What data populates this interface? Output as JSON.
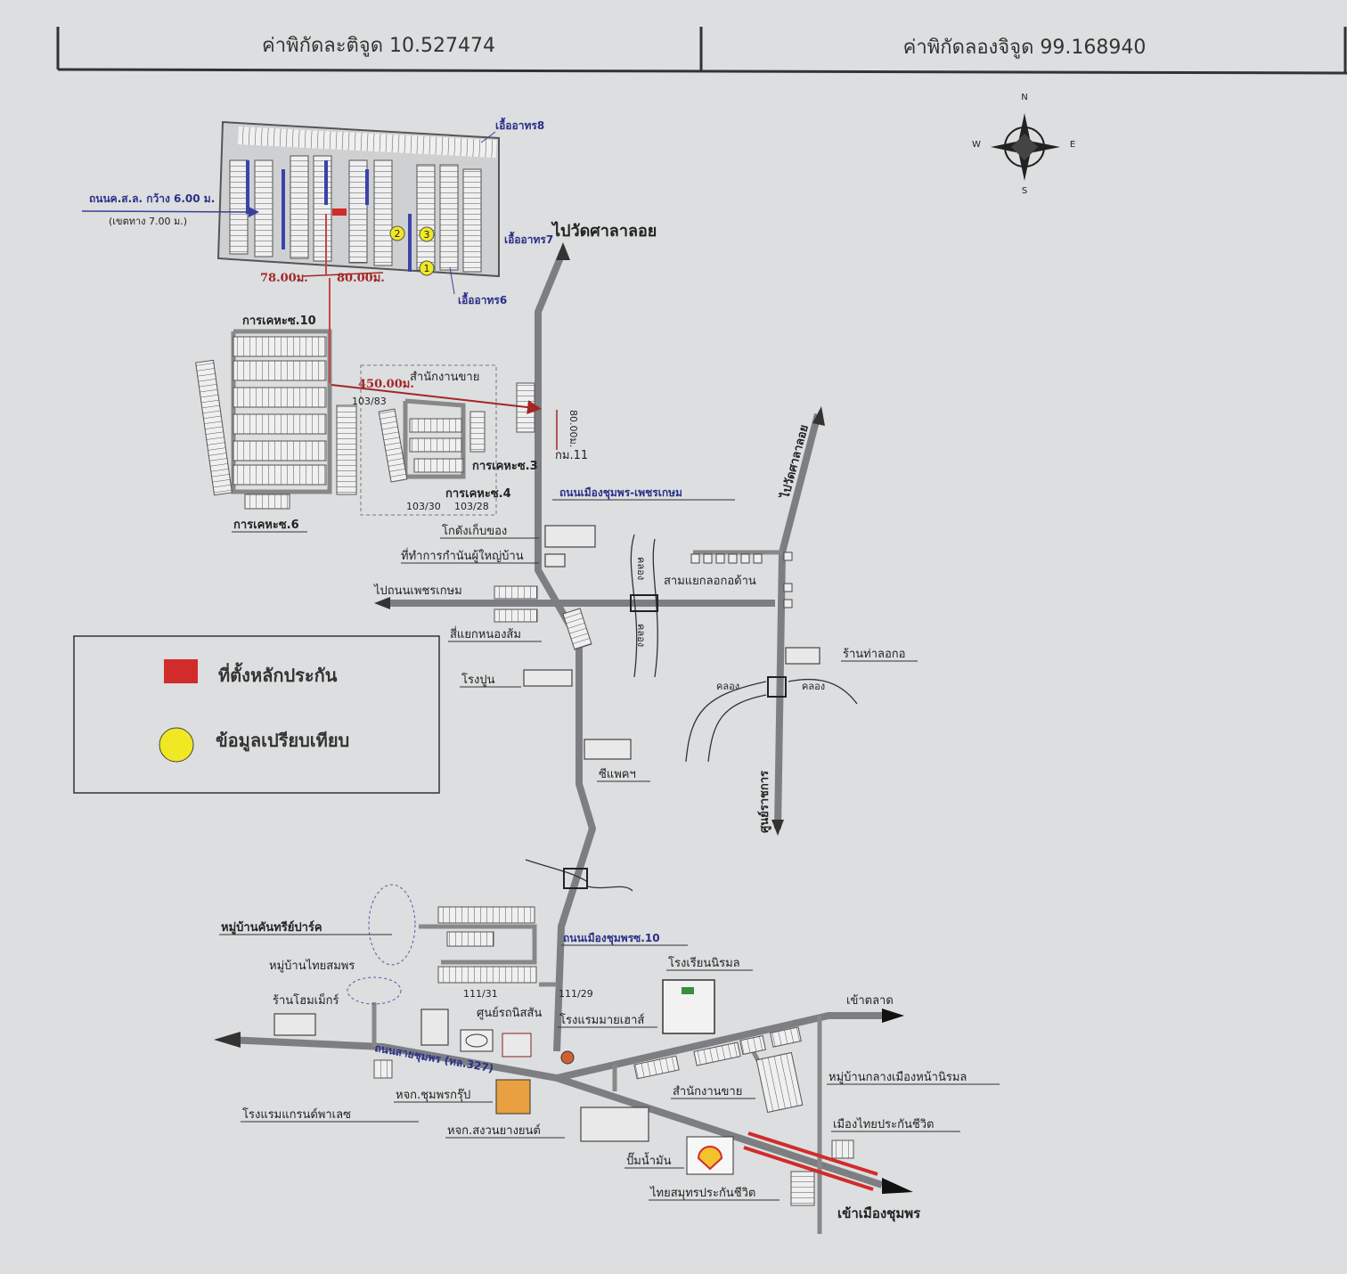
{
  "header": {
    "latitude_label": "ค่าพิกัดละติจูด 10.527474",
    "longitude_label": "ค่าพิกัดลองจิจูด 99.168940"
  },
  "compass": {
    "n": "N",
    "s": "S",
    "e": "E",
    "w": "W"
  },
  "legend": {
    "collateral_label": "ที่ตั้งหลักประกัน",
    "collateral_color": "#d22b2b",
    "comparison_label": "ข้อมูลเปรียบเทียบ",
    "comparison_color": "#f0e823"
  },
  "markers": {
    "m1": "1",
    "m2": "2",
    "m3": "3"
  },
  "labels": {
    "road_width": "ถนนค.ส.ล. กว้าง 6.00 ม.",
    "road_reserve": "(เขตทาง 7.00 ม.)",
    "adj8": "เอื้ออาทร8",
    "adj7": "เอื้ออาทร7",
    "adj6": "เอื้ออาทร6",
    "dist78": "78.00ม.",
    "dist80": "80.00ม.",
    "dist450": "450.00ม.",
    "dist80v": "80.00ม.",
    "to_wat": "ไปวัดศาลาลอย",
    "to_wat2": "ไปวัดศาลาลอย",
    "soi10": "การเคหะซ.10",
    "soi6": "การเคหะซ.6",
    "soi3": "การเคหะซ.3",
    "soi4": "การเคหะซ.4",
    "sales_office_top": "สำนักงานขาย",
    "h10383": "103/83",
    "h10330": "103/30",
    "h10328": "103/28",
    "km11": "กม.11",
    "main_road": "ถนนเมืองชุมพร-เพชรเกษม",
    "warehouse": "โกดังเก็บของ",
    "village_head": "ที่ทำการกำนันผู้ใหญ่บ้าน",
    "to_phetkasem": "ไปถนนเพชรเกษม",
    "canal1": "คลอง",
    "canal2": "คลอง",
    "sam_yaek": "สามแยกลอกอด้าน",
    "si_yaek": "สี่แยกหนองส้ม",
    "cement_factory": "โรงปูน",
    "store_tha": "ร้านท่าลอกอ",
    "canal3": "คลอง",
    "canal4": "คลอง",
    "gov_center": "ศูนย์ราชการ",
    "cp": "ซีแพคฯ",
    "village_kan": "หมู่บ้านคันทรีย์ปาร์ค",
    "soi_chumphon10": "ถนนเมืองชุมพรซ.10",
    "village_thai": "หมู่บ้านไทยสมพร",
    "school": "โรงเรียนนิรมล",
    "to_market": "เข้าตลาด",
    "h11131": "111/31",
    "h11129": "111/29",
    "shop_home": "ร้านโฮมเม็กร์",
    "truck_center": "ศูนย์รถนิสสัน",
    "hotel_mai": "โรงแรมมายเฮาส์",
    "highway": "ถนนสายชุมพร (ทล.327)",
    "village_center": "หมู่บ้านกลางเมืองหน้านิรมล",
    "sales_office": "สำนักงานขาย",
    "hjk_group": "หจก.ชุมพรกรุ๊ป",
    "hotel_grand": "โรงแรมแกรนด์พาเลซ",
    "hjk_garden": "หจก.สงวนยางยนต์",
    "muang_thai": "เมืองไทยประกันชีวิต",
    "gas_station": "ปั๊มน้ำมัน",
    "thai_samut": "ไทยสมุทรประกันชีวิต",
    "to_city": "เข้าเมืองชุมพร"
  }
}
